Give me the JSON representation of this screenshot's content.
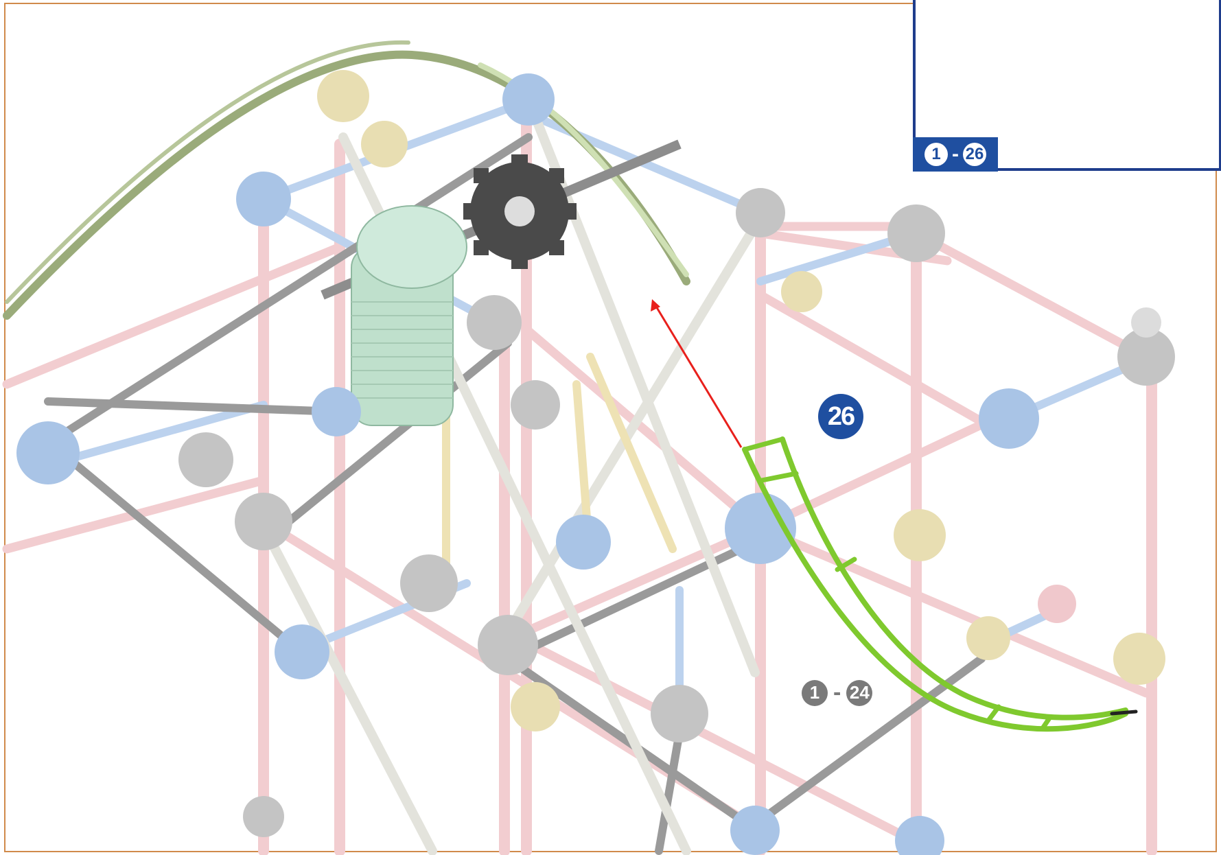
{
  "inset": {
    "range_start": "1",
    "range_separator": "-",
    "range_end": "26"
  },
  "step": {
    "number": "26"
  },
  "previous_range": {
    "start": "1",
    "separator": "-",
    "end": "24"
  },
  "colors": {
    "frame_border": "#d08a4a",
    "badge_blue": "#1f4fa0",
    "badge_grey": "#7a7a7a",
    "new_part_green": "#7fc92e",
    "arrow_red": "#e8201c",
    "rod_pink": "#f2cdd0",
    "rod_grey": "#9a9a9a",
    "connector_blue": "#a9c4e6",
    "connector_grey": "#c4c4c4",
    "track_green": "#9aab7a"
  }
}
